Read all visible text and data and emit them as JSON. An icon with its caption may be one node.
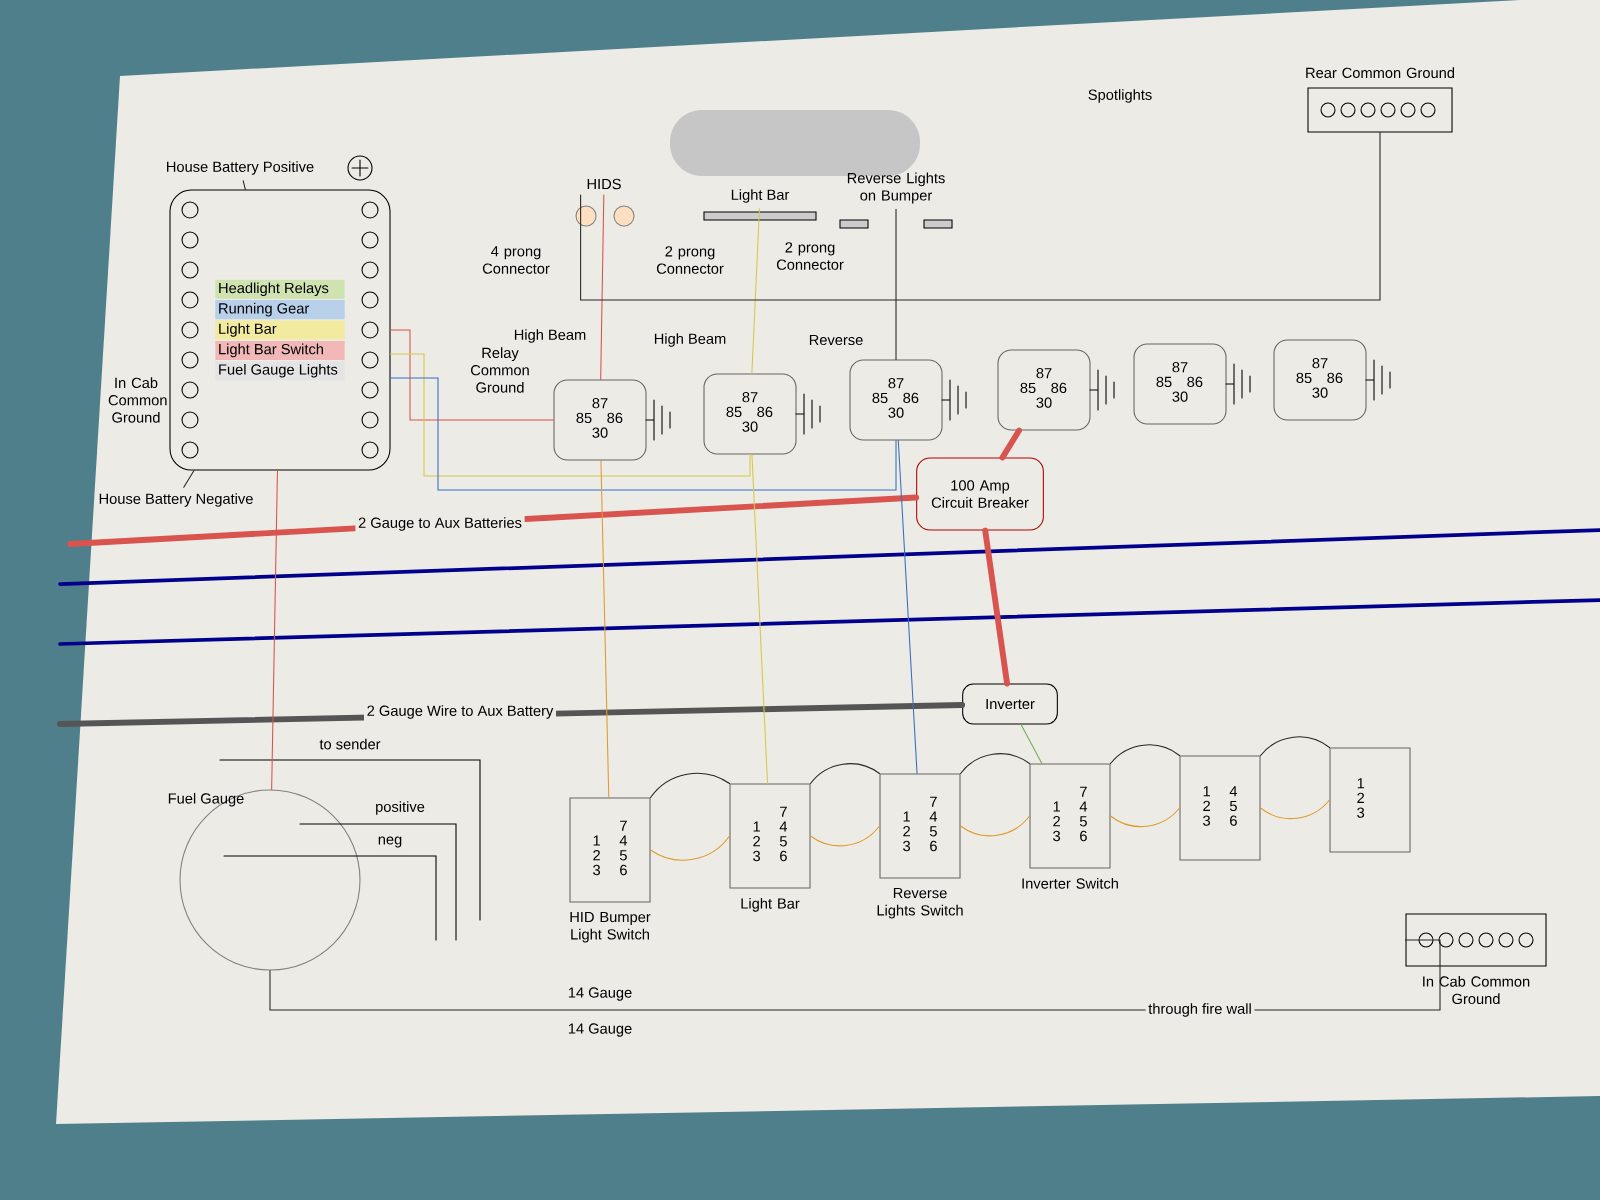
{
  "diagram": {
    "nodes": [
      {
        "text": [
          "Headlight Relays",
          "Running Gear",
          "Light Bar",
          "Light Bar Switch",
          "Fuel Gauge Lights"
        ]
      },
      {
        "text": [
          "House Battery Positive"
        ]
      },
      {
        "text": [
          "House Battery Negative"
        ]
      },
      {
        "text": [
          "HIDS"
        ]
      },
      {
        "text": [
          "Light Bar"
        ]
      },
      {
        "text": [
          "Reverse Lights on Bumper"
        ]
      },
      {
        "text": [
          "87",
          "85",
          "86",
          "30"
        ]
      },
      {
        "text": [
          "87",
          "85",
          "86",
          "30"
        ]
      },
      {
        "text": [
          "87",
          "85",
          "86",
          "30"
        ]
      },
      {
        "text": [
          "87",
          "85",
          "86",
          "30"
        ]
      },
      {
        "text": [
          "87",
          "85",
          "86",
          "30"
        ]
      },
      {
        "text": [
          "87",
          "85",
          "86",
          "30"
        ]
      },
      {
        "text": [
          "100 Amp Circuit Breaker"
        ]
      },
      {
        "text": [
          "Inverter"
        ]
      },
      {
        "text": [
          "Rear Common Ground"
        ]
      },
      {
        "text": [
          "In Cab Common Ground"
        ]
      },
      {
        "text": [
          "Fuel Gauge"
        ]
      },
      {
        "text": [
          "7",
          "1",
          "4",
          "2",
          "5",
          "3",
          "6"
        ],
        "beside": [
          "HID Bumper Light Switch"
        ]
      },
      {
        "text": [
          "7",
          "1",
          "4",
          "2",
          "5",
          "3",
          "6"
        ],
        "beside": [
          "Light Bar"
        ]
      },
      {
        "text": [
          "7",
          "1",
          "4",
          "2",
          "5",
          "3",
          "6"
        ],
        "beside": [
          "Reverse Lights Switch"
        ]
      },
      {
        "text": [
          "7",
          "1",
          "4",
          "2",
          "5",
          "3",
          "6"
        ],
        "beside": [
          "Inverter Switch"
        ]
      },
      {
        "text": [
          "1",
          "4",
          "2",
          "5",
          "3",
          "6"
        ]
      },
      {
        "text": [
          "1",
          "2",
          "3"
        ]
      }
    ],
    "edges": [
      {
        "from": 1,
        "to": 0,
        "arrow": "none"
      },
      {
        "from": 2,
        "to": 0,
        "arrow": "none"
      },
      {
        "from": 0,
        "to": 6,
        "arrow": "none",
        "color": "#d9534f"
      },
      {
        "from": 0,
        "to": 7,
        "arrow": "none",
        "color": "#d8c84a"
      },
      {
        "from": 0,
        "to": 8,
        "arrow": "none",
        "color": "#3a6fc0"
      },
      {
        "from": 3,
        "to": 6,
        "arrow": "none",
        "color": "#d9534f"
      },
      {
        "from": 4,
        "to": 7,
        "arrow": "none",
        "color": "#d8c84a"
      },
      {
        "from": 5,
        "to": 8,
        "arrow": "none"
      },
      {
        "from": 9,
        "to": 12,
        "arrow": "none",
        "style": "thick",
        "color": "#d9534f"
      },
      {
        "from": 12,
        "to": 13,
        "arrow": "none",
        "style": "thick",
        "color": "#d9534f"
      },
      {
        "from": null,
        "to": 12,
        "arrow": "none",
        "style": "thick",
        "color": "#d9534f",
        "label": "2 Gauge to Aux Batteries"
      },
      {
        "from": null,
        "to": 13,
        "arrow": "none",
        "style": "thick",
        "color": "#555555",
        "label": "2 Gauge Wire to Aux Battery"
      },
      {
        "from": 13,
        "to": 20,
        "arrow": "none",
        "color": "#7aa860"
      },
      {
        "from": 6,
        "to": 17,
        "arrow": "none",
        "color": "#e09a30"
      },
      {
        "from": 7,
        "to": 18,
        "arrow": "none",
        "color": "#d8c84a"
      },
      {
        "from": 8,
        "to": 19,
        "arrow": "none",
        "color": "#3a6fc0"
      },
      {
        "from": 17,
        "to": 18,
        "arrow": "none",
        "color": "#e09a30"
      },
      {
        "from": 18,
        "to": 19,
        "arrow": "none",
        "color": "#e09a30"
      },
      {
        "from": 19,
        "to": 20,
        "arrow": "none",
        "color": "#e09a30"
      },
      {
        "from": 20,
        "to": 21,
        "arrow": "none",
        "color": "#e09a30"
      },
      {
        "from": 21,
        "to": 22,
        "arrow": "none",
        "color": "#e09a30"
      },
      {
        "from": 17,
        "to": 18,
        "arrow": "none"
      },
      {
        "from": 18,
        "to": 19,
        "arrow": "none"
      },
      {
        "from": 19,
        "to": 20,
        "arrow": "none"
      },
      {
        "from": 20,
        "to": 21,
        "arrow": "none"
      },
      {
        "from": 21,
        "to": 22,
        "arrow": "none"
      },
      {
        "from": 3,
        "to": 14,
        "arrow": "none"
      },
      {
        "from": 16,
        "to": 15,
        "arrow": "none",
        "label": "through fire wall"
      },
      {
        "from": 0,
        "to": 16,
        "arrow": "none",
        "color": "#d9534f"
      }
    ],
    "labels": [
      "4 prong Connector",
      "2 prong Connector",
      "2 prong Connector",
      "High Beam",
      "High Beam",
      "Reverse",
      "In Cab Common Ground",
      "Relay Common Ground",
      "Spotlights",
      "to sender",
      "positive",
      "neg",
      "14 Gauge",
      "14 Gauge"
    ]
  }
}
